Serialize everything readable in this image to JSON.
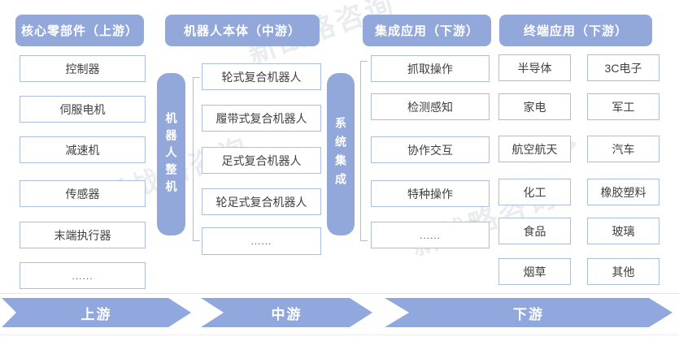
{
  "diagram": {
    "headers": [
      {
        "label": "核心零部件（上游）"
      },
      {
        "label": "机器人本体（中游）"
      },
      {
        "label": "集成应用（下游）"
      },
      {
        "label": "终端应用（下游）"
      }
    ],
    "upstream": {
      "items": [
        "控制器",
        "伺服电机",
        "减速机",
        "传感器",
        "末端执行器",
        "......"
      ]
    },
    "midstream": {
      "strip_label": "机器人整机",
      "items": [
        "轮式复合机器人",
        "履带式复合机器人",
        "足式复合机器人",
        "轮足式复合机器人",
        "......"
      ]
    },
    "integration": {
      "strip_label": "系统集成",
      "items": [
        "抓取操作",
        "检测感知",
        "协作交互",
        "特种操作",
        "......"
      ]
    },
    "terminal": {
      "left_items": [
        "半导体",
        "家电",
        "航空航天",
        "化工",
        "食品",
        "烟草"
      ],
      "right_items": [
        "3C电子",
        "军工",
        "汽车",
        "橡胶塑料",
        "玻璃",
        "其他"
      ]
    },
    "flow": {
      "labels": [
        "上游",
        "中游",
        "下游"
      ]
    },
    "watermark": {
      "text": "新战略咨询"
    },
    "colors": {
      "primary_blue": "#93a8da",
      "arrow_blue": "#90a8de",
      "box_border": "#a8bfe0",
      "box_text": "#3f3f3f",
      "label_text": "#ffffff"
    }
  }
}
